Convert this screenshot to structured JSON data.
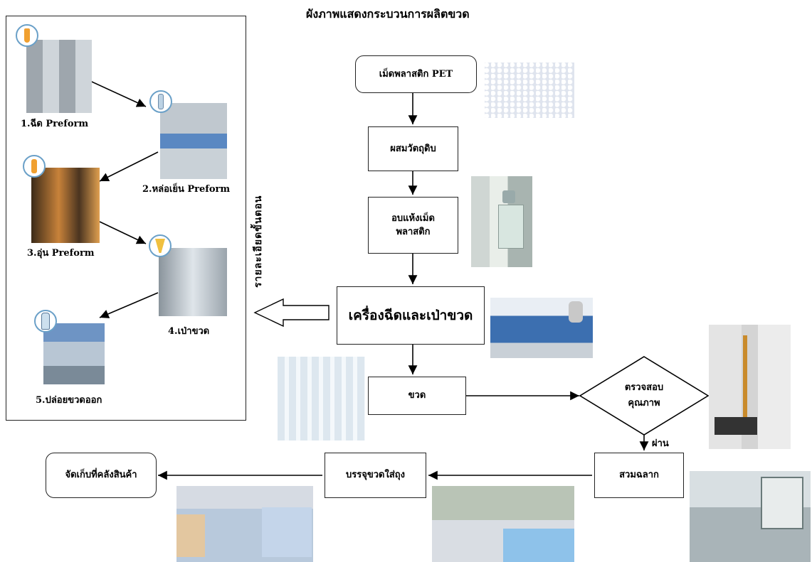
{
  "title": "ผังภาพแสดงกระบวนการผลิตขวด",
  "flow": {
    "pet": "เม็ดพลาสติก PET",
    "mix": "ผสมวัตถุดิบ",
    "dry": "อบแห้งเม็ด\nพลาสติก",
    "machine": "เครื่องฉีดและเป่าขวด",
    "bottle": "ขวด",
    "inspect": "ตรวจสอบ\nคุณภาพ",
    "pass_label": "ผ่าน",
    "label": "สวมฉลาก",
    "pack": "บรรจุขวดใส่ถุง",
    "store": "จัดเก็บที่คลังสินค้า"
  },
  "detail_label": "รายละเอียดขั้นตอน",
  "steps": [
    {
      "label": "1.ฉีด Preform"
    },
    {
      "label": "2.หล่อเย็น Preform"
    },
    {
      "label": "3.อุ่น Preform"
    },
    {
      "label": "4.เป่าขวด"
    },
    {
      "label": "5.ปล่อยขวดออก"
    }
  ]
}
